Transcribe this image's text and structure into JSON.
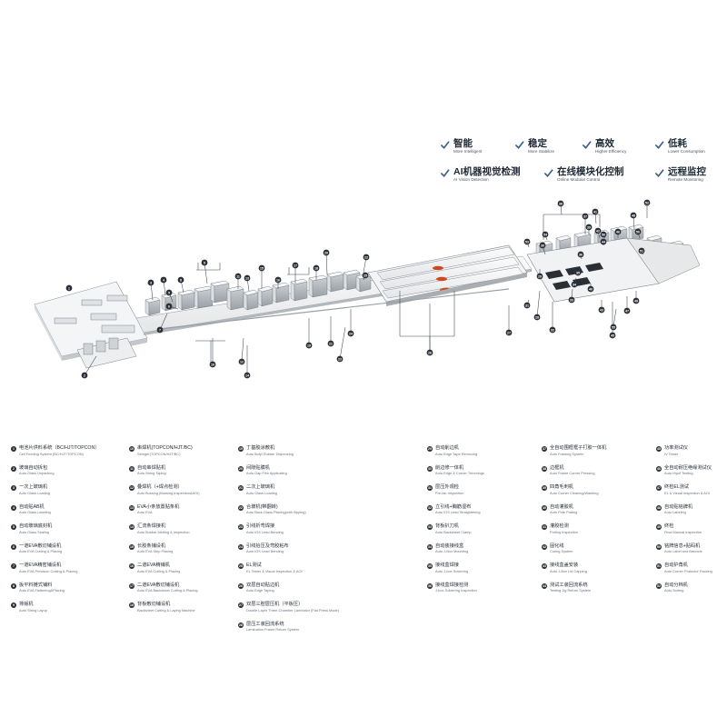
{
  "features": [
    {
      "cn": "智能",
      "en": "More Intelligent",
      "icon": "check-icon"
    },
    {
      "cn": "稳定",
      "en": "More Stabilize",
      "icon": "check-icon"
    },
    {
      "cn": "高效",
      "en": "Higher Efficiency",
      "icon": "check-icon"
    },
    {
      "cn": "低耗",
      "en": "Lower Consumption",
      "icon": "check-icon"
    },
    {
      "cn": "AI机器视觉检测",
      "en": "AI Vision Detection",
      "icon": "check-icon"
    },
    {
      "cn": "在线模块化控制",
      "en": "Online Modular Control",
      "icon": "check-icon"
    },
    {
      "cn": "远程监控",
      "en": "Remote Monitoring",
      "icon": "check-icon"
    }
  ],
  "callouts": [
    "1",
    "2",
    "3",
    "4",
    "5",
    "6",
    "7",
    "8",
    "9",
    "10",
    "11",
    "12",
    "13",
    "14",
    "15",
    "16",
    "17",
    "18",
    "19",
    "20",
    "21",
    "22",
    "23",
    "24",
    "25",
    "26",
    "27",
    "28",
    "29",
    "30",
    "31",
    "32",
    "33",
    "34",
    "35",
    "36",
    "37",
    "38",
    "39",
    "40",
    "41",
    "42",
    "43",
    "44",
    "45",
    "46",
    "47",
    "48",
    "49",
    "50",
    "51",
    "52",
    "53",
    "54",
    "55",
    "56"
  ],
  "legend": {
    "col1": [
      {
        "n": "1",
        "cn": "电池片供料系统（BC/HJT/TOPCON）",
        "en": "Cell Feeding System (BC/HJT/TOPCON)"
      },
      {
        "n": "2",
        "cn": "玻璃自动拆包",
        "en": "Auto Glass Unpacking"
      },
      {
        "n": "3",
        "cn": "一次上玻璃机",
        "en": "Auto Glass Loading"
      },
      {
        "n": "4",
        "cn": "自动贴AB机",
        "en": "Auto Glass Labeling"
      },
      {
        "n": "5",
        "cn": "自动玻璃底封机",
        "en": "Auto Glass Sealing"
      },
      {
        "n": "6",
        "cn": "一道EVA敷切铺设机",
        "en": "Auto EVA Cutting & Placing"
      },
      {
        "n": "7",
        "cn": "一道EVA精密铺设机",
        "en": "Auto EVA Precision Cutting & Placing"
      },
      {
        "n": "8",
        "cn": "扳平料摊式铺料",
        "en": "Auto EVA Flattening&Placing"
      },
      {
        "n": "9",
        "cn": "排版机",
        "en": "Auto String Layup"
      }
    ],
    "col2": [
      {
        "n": "10",
        "cn": "串焊机(TOPCON/HJT/BC)",
        "en": "Stringer(TOPCON/HJT/BC)"
      },
      {
        "n": "11",
        "cn": "自动串焊贴机",
        "en": "Auto String Taping"
      },
      {
        "n": "12",
        "cn": "叠焊机（+焊点检测）",
        "en": "Auto Bussing (Bussing Inspection&AOI)"
      },
      {
        "n": "13",
        "cn": "EVA小条放置贴条机",
        "en": "Auto EVA"
      },
      {
        "n": "14",
        "cn": "汇流条焊接机",
        "en": "Auto Busbar Melting & Inspection"
      },
      {
        "n": "15",
        "cn": "长胶条铺设机",
        "en": "Auto EVA Strip Placing"
      },
      {
        "n": "16",
        "cn": "二道EVA精铺机",
        "en": "Auto EVA Cutting & Placing"
      },
      {
        "n": "17",
        "cn": "二道EVA敷切铺设机",
        "en": "Auto EVA Backsheet Cutting & Placing"
      },
      {
        "n": "18",
        "cn": "背板敷切铺设机",
        "en": "Backsheet Cutting & Laying Machine"
      }
    ],
    "col3": [
      {
        "n": "19",
        "cn": "丁基胶涂敷机",
        "en": "Auto Butyl Rubber Dispensing"
      },
      {
        "n": "20",
        "cn": "间隙贴膜机",
        "en": "Auto Gap Film Applicating"
      },
      {
        "n": "21",
        "cn": "二次上玻璃机",
        "en": "Auto Glass Loading"
      },
      {
        "n": "22",
        "cn": "合玻机(带翻转)",
        "en": "Auto Back-Glass Placing(with flipping)"
      },
      {
        "n": "23",
        "cn": "引线折弯焊接",
        "en": "Auto IOS Lead Bending"
      },
      {
        "n": "24",
        "cn": "引线抬压及弯胶粘布",
        "en": "Auto IOS Lead Bending"
      },
      {
        "n": "25",
        "cn": "EL测试",
        "en": "EL Tester & Visual Inspection & AOI"
      },
      {
        "n": "26",
        "cn": "双层自动贴边机",
        "en": "Auto Edge Taping"
      },
      {
        "n": "27",
        "cn": "双层三腔层压机（平板压）",
        "en": "Double Layer Three-Chamber Laminator (Flat Press Mode)"
      },
      {
        "n": "28",
        "cn": "层压工装回流系统",
        "en": "Lamination Frame Return System"
      }
    ],
    "col4": [
      {
        "n": "29",
        "cn": "自动削边机",
        "en": "Auto Edge Tape Removing"
      },
      {
        "n": "30",
        "cn": "削边修一体机",
        "en": "Auto Edge & Corner Trimmings"
      },
      {
        "n": "31",
        "cn": "层压外观检",
        "en": "Pre-lab Inspection"
      },
      {
        "n": "32",
        "cn": "立引线+胸筋湿布",
        "en": "Auto IOS Lead Straightening"
      },
      {
        "n": "33",
        "cn": "背板扒刀机",
        "en": "Auto Backsheet Clamp"
      },
      {
        "n": "34",
        "cn": "自动装接线盒",
        "en": "Auto J-Box Mounting"
      },
      {
        "n": "35",
        "cn": "接线盒焊接",
        "en": "Auto J-box Soldering"
      },
      {
        "n": "36",
        "cn": "接线盒焊接检测",
        "en": "J-box Soldering Inspection"
      }
    ],
    "col5": [
      {
        "n": "37",
        "cn": "全自动围框框子打胶一体机",
        "en": "Auto Framing System"
      },
      {
        "n": "38",
        "cn": "边框机",
        "en": "Auto Frame Corner Pressing"
      },
      {
        "n": "39",
        "cn": "四角毛刺机",
        "en": "Auto Corner Cleaning/Washing"
      },
      {
        "n": "40",
        "cn": "自动灌胶机",
        "en": "Auto Pote Potting"
      },
      {
        "n": "41",
        "cn": "灌胶检测",
        "en": "Potting Inspection"
      },
      {
        "n": "42",
        "cn": "固化线",
        "en": "Curing System"
      },
      {
        "n": "43",
        "cn": "接线盒盖安装",
        "en": "Auto J-Box Lid Capping"
      },
      {
        "n": "44",
        "cn": "测试工装回流系统",
        "en": "Testing Jig Return System"
      }
    ],
    "col6": [
      {
        "n": "45",
        "cn": "功率测试仪",
        "en": "IV Tester"
      },
      {
        "n": "46",
        "cn": "全自动耐压绝缘测试仪",
        "en": "Auto Hipot Testing"
      },
      {
        "n": "47",
        "cn": "终检EL测试",
        "en": "EL & Visual Inspection & AOI"
      },
      {
        "n": "48",
        "cn": "自动贴铭牌机",
        "en": "Auto Labeling"
      },
      {
        "n": "49",
        "cn": "终检",
        "en": "Final Manual Inspection"
      },
      {
        "n": "50",
        "cn": "铭牌信息+贴码机",
        "en": "Auto Label and Barcode"
      },
      {
        "n": "51",
        "cn": "自动护角机",
        "en": "Auto Corner Protector Packing"
      },
      {
        "n": "52",
        "cn": "自动分档机",
        "en": "Auto Sorting"
      }
    ]
  },
  "colors": {
    "line": "#3a4450",
    "badge": "#2b3038",
    "accent": "#d2461e",
    "icon": "#3c5f86"
  }
}
